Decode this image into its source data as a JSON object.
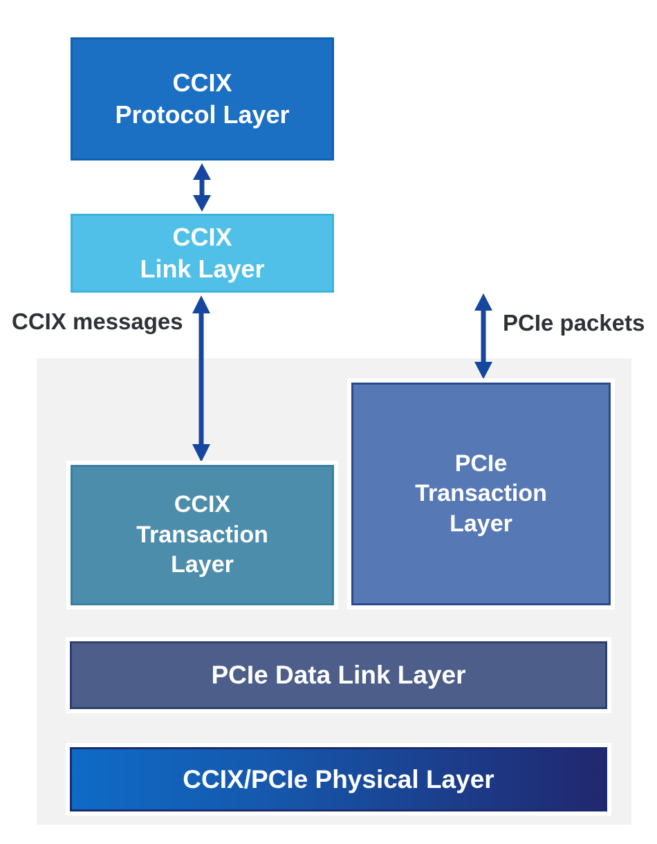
{
  "diagram": {
    "type": "layer-stack-diagram",
    "boxes": {
      "ccix_protocol": {
        "lines": [
          "CCIX",
          "Protocol Layer"
        ],
        "fill": "#1b70c4"
      },
      "ccix_link": {
        "lines": [
          "CCIX",
          "Link Layer"
        ],
        "fill": "#50c0e8"
      },
      "ccix_transaction": {
        "lines": [
          "CCIX",
          "Transaction",
          "Layer"
        ],
        "fill": "#4d8dac"
      },
      "pcie_transaction": {
        "lines": [
          "PCIe",
          "Transaction",
          "Layer"
        ],
        "fill": "#5679b6"
      },
      "pcie_data_link": {
        "lines": [
          "PCIe Data Link Layer"
        ],
        "fill": "#4c5e89"
      },
      "physical": {
        "lines": [
          "CCIX/PCIe Physical Layer"
        ],
        "fill_gradient": [
          "#0e6bc6",
          "#21276f"
        ]
      }
    },
    "annotations": {
      "ccix_messages": {
        "text": "CCIX messages"
      },
      "pcie_packets": {
        "text": "PCIe packets"
      }
    },
    "colors": {
      "arrow": "#1546a0",
      "container_fill": "#f2f2f3",
      "box_text": "#ffffff",
      "annotation_text": "#2e3238"
    }
  }
}
